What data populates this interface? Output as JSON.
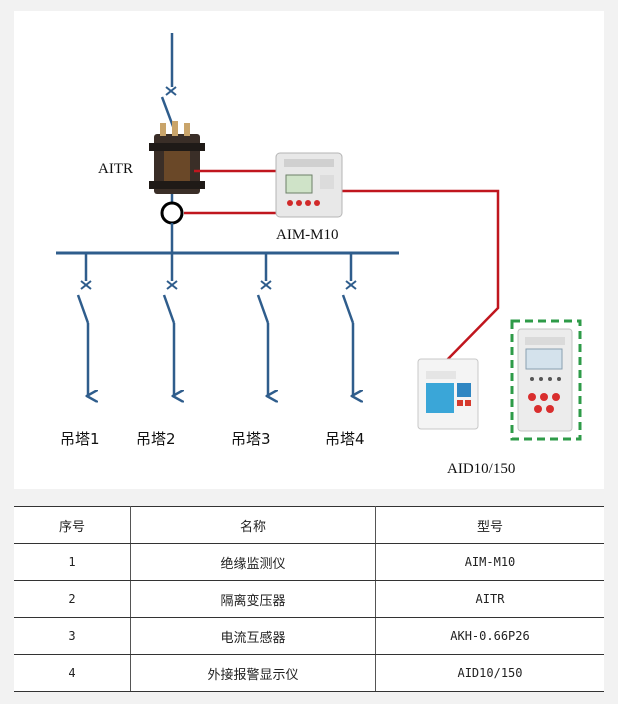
{
  "diagram": {
    "transformer_label": "AITR",
    "monitor_label": "AIM-M10",
    "display_label": "AID10/150",
    "feeders": [
      "吊塔1",
      "吊塔2",
      "吊塔3",
      "吊塔4"
    ],
    "colors": {
      "bus": "#2f5d8c",
      "signal": "#c0161e",
      "dashed_border": "#2e9b48"
    }
  },
  "table": {
    "headers": [
      "序号",
      "名称",
      "型号"
    ],
    "rows": [
      [
        "1",
        "绝缘监测仪",
        "AIM-M10"
      ],
      [
        "2",
        "隔离变压器",
        "AITR"
      ],
      [
        "3",
        "电流互感器",
        "AKH-0.66P26"
      ],
      [
        "4",
        "外接报警显示仪",
        "AID10/150"
      ]
    ]
  }
}
